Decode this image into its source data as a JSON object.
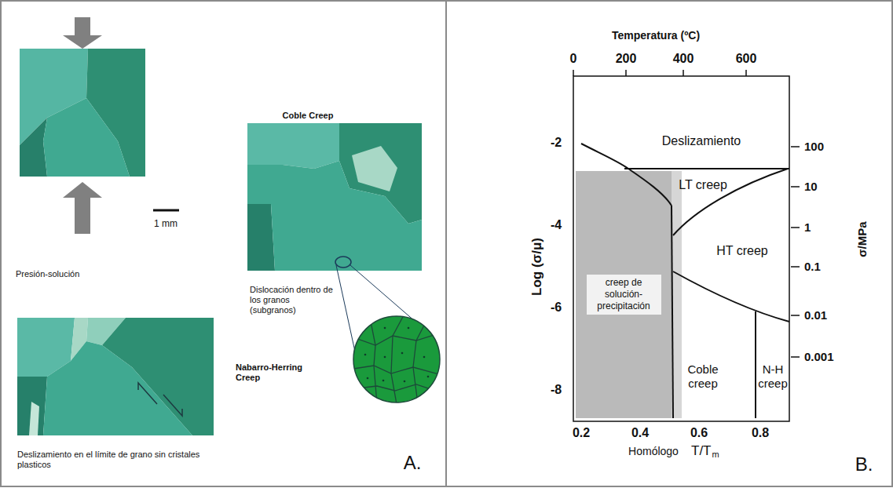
{
  "diagram": {
    "nodes": [
      {
        "text": [
          "creep de solución-precipitación"
        ]
      }
    ],
    "labels": [
      "Presión-solución",
      "1 mm",
      "Coble Creep",
      "Dislocación dentro de los granos (subgranos)",
      "Nabarro-Herring Creep",
      "Deslizamiento en el límite de grano sin cristales plasticos",
      "A.",
      "Temperatura (ºC)",
      "0",
      "200",
      "400",
      "600",
      "-2",
      "-4",
      "-6",
      "-8",
      "Log (σ/μ)",
      "100",
      "10",
      "1",
      "0.1",
      "0.01",
      "0.001",
      "σ/MPa",
      "0.2",
      "0.4",
      "0.6",
      "0.8",
      "Homólogo",
      "T/T",
      "m",
      "Deslizamiento",
      "LT creep",
      "HT creep",
      "Coble creep",
      "N-H creep",
      "B."
    ]
  }
}
